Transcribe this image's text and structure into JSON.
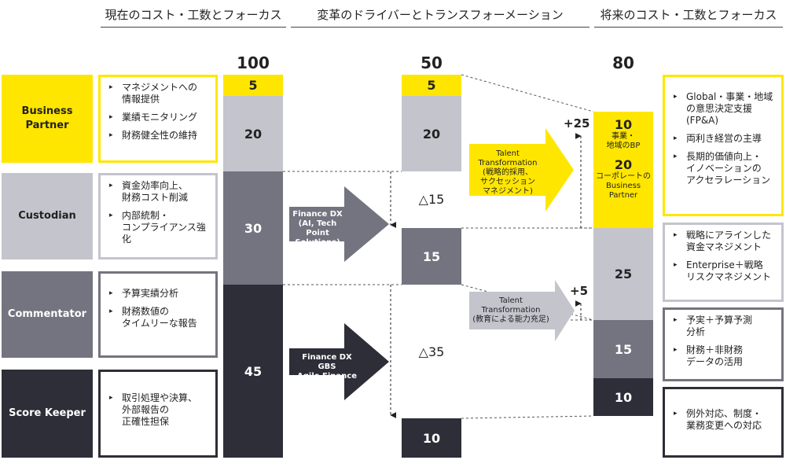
{
  "headers": {
    "current": "現在のコスト・工数とフォーカス",
    "drivers": "変革のドライバーとトランスフォーメーション",
    "future": "将来のコスト・工数とフォーカス"
  },
  "totals": {
    "current": "100",
    "middle": "50",
    "future": "80"
  },
  "roles": [
    {
      "label": "Business\nPartner"
    },
    {
      "label": "Custodian"
    },
    {
      "label": "Commentator"
    },
    {
      "label": "Score Keeper"
    }
  ],
  "current_focus": [
    [
      "マネジメントへの\n情報提供",
      "業績モニタリング",
      "財務健全性の維持"
    ],
    [
      "資金効率向上、\n財務コスト削減",
      "内部統制・\nコンプライアンス強化"
    ],
    [
      "予算実績分析",
      "財務数値の\nタイムリーな報告"
    ],
    [
      "取引処理や決算、\n外部報告の\n正確性担保"
    ]
  ],
  "bars": {
    "current": [
      "5",
      "20",
      "30",
      "45"
    ],
    "middle": [
      "5",
      "20",
      "15",
      "10"
    ],
    "future_bp_a": "10",
    "future_bp_a_sub": "事業・\n地域のBP",
    "future_bp_b": "20",
    "future_bp_b_sub": "コーポレートの\nBusiness\nPartner",
    "future_rest": [
      "25",
      "15",
      "10"
    ]
  },
  "deltas": {
    "custodian": "△15",
    "commentator": "△35"
  },
  "increases": {
    "bp": "+25",
    "custodian": "+5"
  },
  "arrows": {
    "finance_dx_ai": "Finance DX\n(AI, Tech\nPoint Solutions)",
    "finance_dx_gbs": "Finance DX\nGBS\nAgile Finance",
    "talent_bp": "Talent\nTransformation\n(戦略的採用、\nサクセッション\nマネジメント)",
    "talent_edu": "Talent\nTransformation\n(教育による能力充足)"
  },
  "future_focus": [
    [
      "Global・事業・地域\nの意思決定支援\n(FP&A)",
      "両利き経営の主導",
      "長期的価値向上・\nイノベーションの\nアクセラレーション"
    ],
    [
      "戦略にアラインした\n資金マネジメント",
      "Enterprise＋戦略\nリスクマネジメント"
    ],
    [
      "予実＋予算予測\n分析",
      "財務＋非財務\nデータの活用"
    ],
    [
      "例外対応、制度・\n業務変更への対応"
    ]
  ],
  "colors": {
    "yellow": "#ffe600",
    "light_gray": "#c4c4cd",
    "mid_gray": "#747480",
    "dark": "#2e2e38",
    "arrow_gray": "#c4c4cd"
  }
}
